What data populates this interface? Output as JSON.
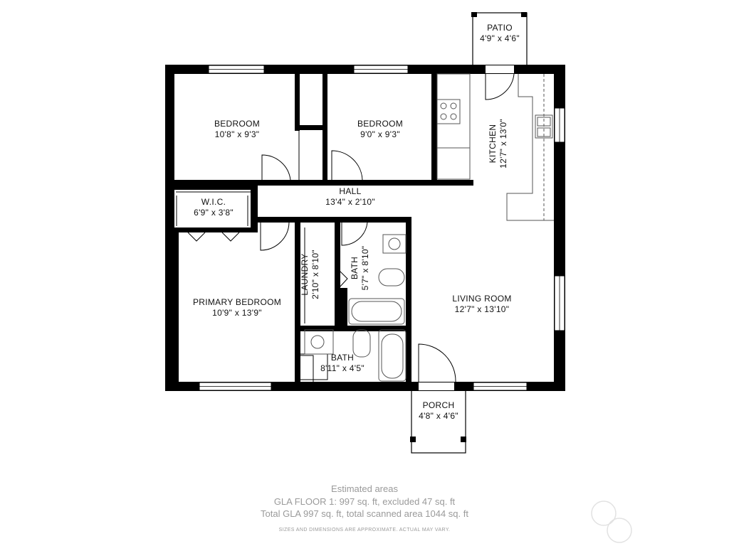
{
  "rooms": {
    "bedroom1": {
      "name": "BEDROOM",
      "dims": "10'8\" x 9'3\""
    },
    "bedroom2": {
      "name": "BEDROOM",
      "dims": "9'0\" x 9'3\""
    },
    "kitchen": {
      "name": "KITCHEN",
      "dims": "12'7\" x 13'0\""
    },
    "patio": {
      "name": "PATIO",
      "dims": "4'9\" x 4'6\""
    },
    "hall": {
      "name": "HALL",
      "dims": "13'4\" x 2'10\""
    },
    "wic": {
      "name": "W.I.C.",
      "dims": "6'9\" x 3'8\""
    },
    "primary_bedroom": {
      "name": "PRIMARY BEDROOM",
      "dims": "10'9\" x 13'9\""
    },
    "laundry": {
      "name": "LAUNDRY",
      "dims": "2'10\" x 8'10\""
    },
    "bath1": {
      "name": "BATH",
      "dims": "5'7\" x 8'10\""
    },
    "living_room": {
      "name": "LIVING ROOM",
      "dims": "12'7\" x 13'10\""
    },
    "bath2": {
      "name": "BATH",
      "dims": "8'11\" x 4'5\""
    },
    "porch": {
      "name": "PORCH",
      "dims": "4'8\" x 4'6\""
    }
  },
  "footer": {
    "heading": "Estimated areas",
    "line1": "GLA FLOOR 1: 997 sq. ft, excluded 47 sq. ft",
    "line2": "Total GLA 997 sq. ft, total scanned area 1044 sq. ft",
    "disclaimer": "SIZES AND DIMENSIONS ARE APPROXIMATE. ACTUAL MAY VARY."
  },
  "colors": {
    "wall": "#000000",
    "fixture": "#555555",
    "footer_text": "#9a9a9a"
  }
}
